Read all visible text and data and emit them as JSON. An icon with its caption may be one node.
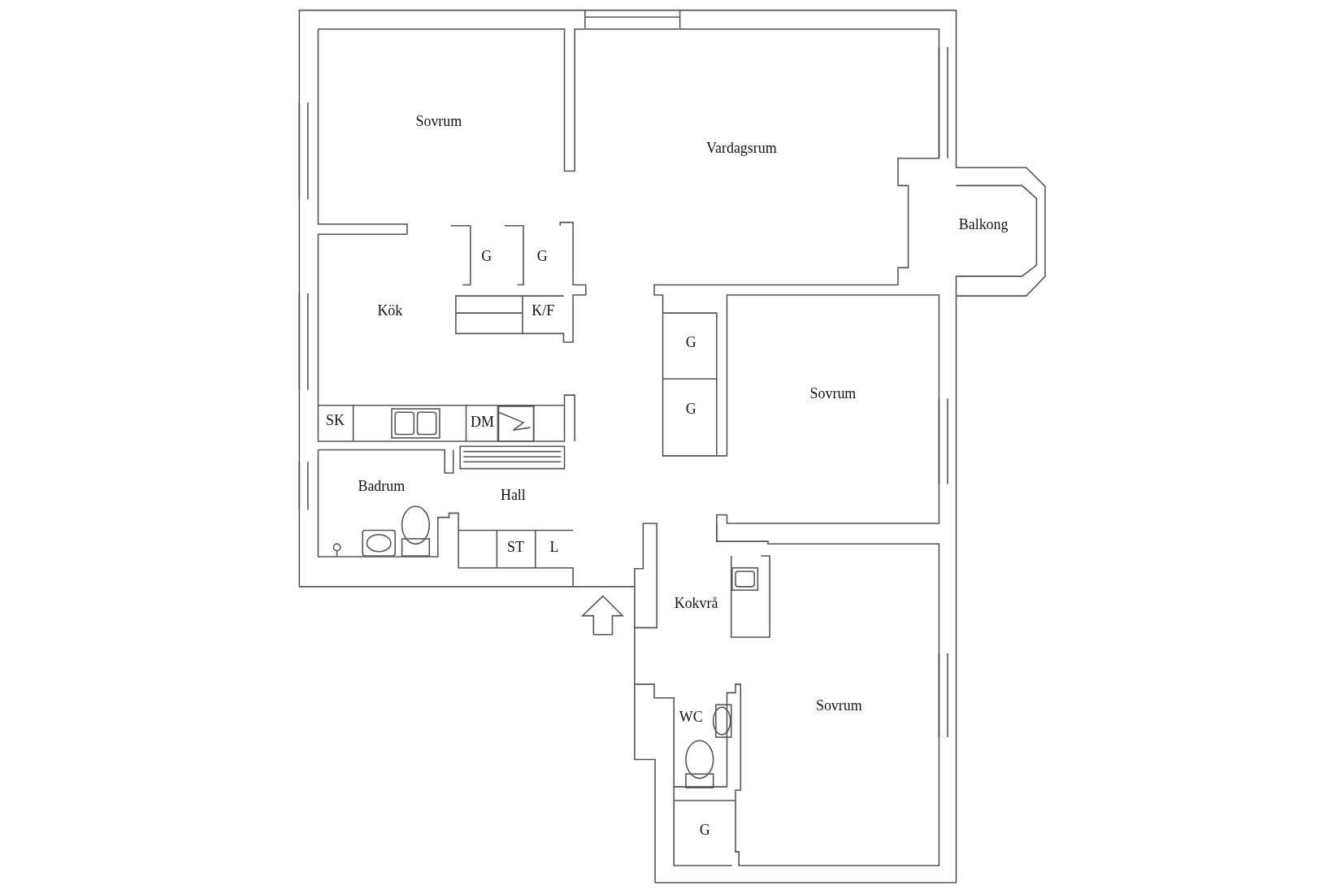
{
  "diagram": {
    "labels": [
      "Sovrum",
      "Vardagsrum",
      "Balkong",
      "G",
      "G",
      "Kök",
      "K/F",
      "G",
      "Sovrum",
      "G",
      "SK",
      "DM",
      "Badrum",
      "Hall",
      "ST",
      "L",
      "Kokvrå",
      "WC",
      "Sovrum",
      "G"
    ]
  }
}
